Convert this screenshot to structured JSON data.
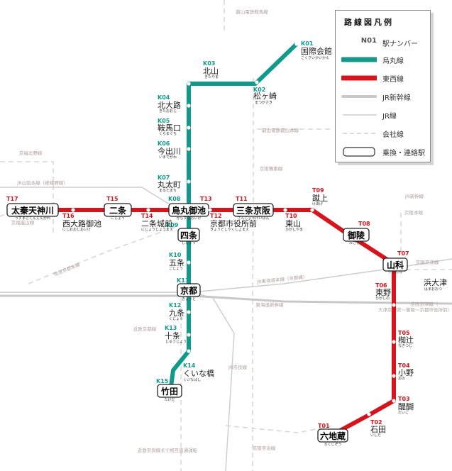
{
  "legend": {
    "title": "路線図凡例",
    "station_number_sample": "N01",
    "station_number_label": "駅ナンバー",
    "karasuma_label": "烏丸線",
    "tozai_label": "東西線",
    "jr_shinkansen_label": "JR新幹線",
    "jr_label": "JR線",
    "private_label": "会社線",
    "transfer_label": "乗換・連絡駅"
  },
  "colors": {
    "karasuma": "#0f9a8c",
    "tozai": "#d7141c",
    "jr_shinkansen": "#c8c8c8",
    "jr": "#cdcdcd",
    "private": "#d8d8d8"
  },
  "karasuma_stations": [
    {
      "code": "K01",
      "name": "国際会館",
      "kana": "こくさいかいかん"
    },
    {
      "code": "K02",
      "name": "松ヶ崎",
      "kana": "まつがさき"
    },
    {
      "code": "K03",
      "name": "北山",
      "kana": "きたやま"
    },
    {
      "code": "K04",
      "name": "北大路",
      "kana": "きたおおじ"
    },
    {
      "code": "K05",
      "name": "鞍馬口",
      "kana": "くらまぐち"
    },
    {
      "code": "K06",
      "name": "今出川",
      "kana": "いまでがわ"
    },
    {
      "code": "K07",
      "name": "丸太町",
      "kana": "まるたまち"
    },
    {
      "code": "K08",
      "name": "烏丸御池",
      "kana": "からすまおいけ"
    },
    {
      "code": "K09",
      "name": "四条",
      "kana": "しじょう"
    },
    {
      "code": "K10",
      "name": "五条",
      "kana": "ごじょう"
    },
    {
      "code": "K11",
      "name": "京都",
      "kana": "きょうと"
    },
    {
      "code": "K12",
      "name": "九条",
      "kana": "くじょう"
    },
    {
      "code": "K13",
      "name": "十条",
      "kana": "じゅうじょう"
    },
    {
      "code": "K14",
      "name": "くいな橋",
      "kana": "くいなばし"
    },
    {
      "code": "K15",
      "name": "竹田",
      "kana": "たけだ"
    }
  ],
  "tozai_stations": [
    {
      "code": "T01",
      "name": "六地蔵",
      "kana": "ろくじぞう"
    },
    {
      "code": "T02",
      "name": "石田",
      "kana": "いしだ"
    },
    {
      "code": "T03",
      "name": "醍醐",
      "kana": "だいご"
    },
    {
      "code": "T04",
      "name": "小野",
      "kana": "おの"
    },
    {
      "code": "T05",
      "name": "椥辻",
      "kana": "なぎつじ"
    },
    {
      "code": "T06",
      "name": "東野",
      "kana": "ひがしの"
    },
    {
      "code": "T07",
      "name": "山科",
      "kana": "やましな"
    },
    {
      "code": "T08",
      "name": "御陵",
      "kana": "みささぎ"
    },
    {
      "code": "T09",
      "name": "蹴上",
      "kana": "けあげ"
    },
    {
      "code": "T10",
      "name": "東山",
      "kana": "ひがしやま"
    },
    {
      "code": "T11",
      "name": "三条京阪",
      "kana": "さんじょうけいはん"
    },
    {
      "code": "T12",
      "name": "京都市役所前",
      "kana": "きょうとしやくしょまえ"
    },
    {
      "code": "T13",
      "name": "烏丸御池",
      "kana": "からすまおいけ"
    },
    {
      "code": "T14",
      "name": "二条城前",
      "kana": "にじょうじょうまえ"
    },
    {
      "code": "T15",
      "name": "二条",
      "kana": "にじょう"
    },
    {
      "code": "T16",
      "name": "西大路御池",
      "kana": "にしおおじおいけ"
    },
    {
      "code": "T17",
      "name": "太秦天神川",
      "kana": "うずまさてんじんがわ"
    }
  ],
  "other_stations": [
    {
      "name": "浜大津",
      "kana": "はまおおつ"
    }
  ],
  "rail_labels": [
    "叡山電鉄鞍馬線",
    "叡山電鉄叡山本線",
    "京阪鴨東線",
    "京福北野線",
    "JR山陰本線（嵯峨野線）",
    "京福嵐山線",
    "京阪本線",
    "JR新幹線",
    "阪急京都本線",
    "JR東海道本線（京都線）",
    "東海道新幹線",
    "京阪京津線",
    "京阪京津線（大津京神宮～御陵～京都市役所前）直通運転",
    "近鉄京都線",
    "JR奈良線",
    "京阪宇治線",
    "近鉄奈良線まで相互直通運転"
  ]
}
